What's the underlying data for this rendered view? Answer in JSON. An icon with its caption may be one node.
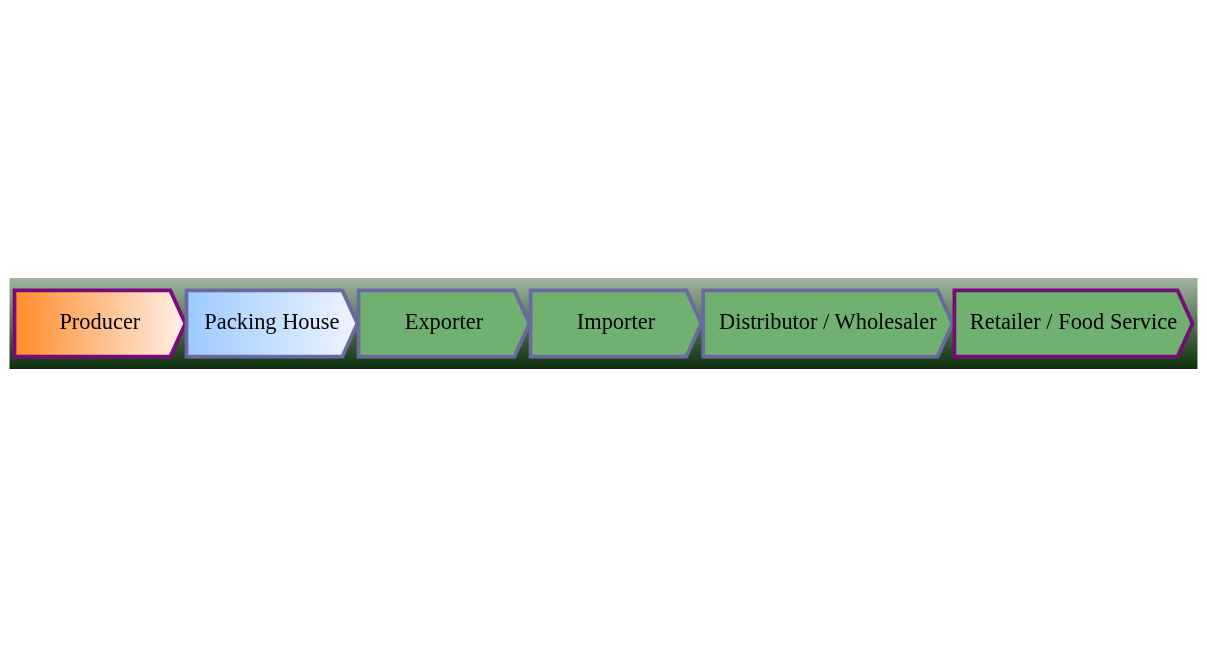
{
  "diagram": {
    "nodes": [
      {
        "text": [
          "Producer"
        ]
      },
      {
        "text": [
          "Packing House"
        ]
      },
      {
        "text": [
          "Exporter"
        ]
      },
      {
        "text": [
          "Importer"
        ]
      },
      {
        "text": [
          "Distributor / Wholesaler"
        ]
      },
      {
        "text": [
          "Retailer / Food Service"
        ]
      }
    ]
  }
}
